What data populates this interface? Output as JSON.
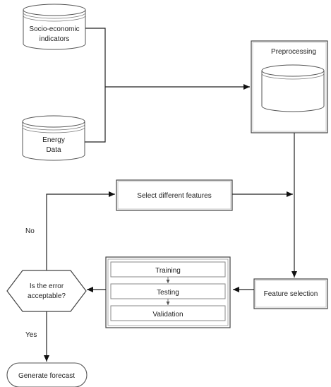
{
  "nodes": {
    "socio": {
      "line1": "Socio-economic",
      "line2": "indicators"
    },
    "energy": {
      "line1": "Energy",
      "line2": "Data"
    },
    "preprocessing": "Preprocessing",
    "select_features": "Select different features",
    "training": "Training",
    "testing": "Testing",
    "validation": "Validation",
    "feature_selection": "Feature selection",
    "decision": {
      "line1": "Is the error",
      "line2": "acceptable?"
    },
    "generate": "Generate forecast"
  },
  "edge_labels": {
    "no": "No",
    "yes": "Yes"
  },
  "colors": {
    "stroke": "#444444",
    "fill": "#ffffff",
    "text": "#222222"
  }
}
